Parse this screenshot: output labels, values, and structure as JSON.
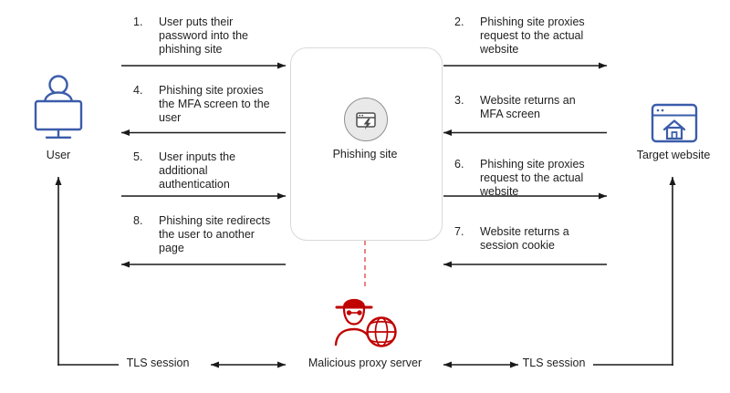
{
  "nodes": {
    "user": {
      "label": "User"
    },
    "phishing_site": {
      "label": "Phishing site"
    },
    "target_website": {
      "label": "Target website"
    },
    "malicious_proxy": {
      "label": "Malicious proxy server"
    }
  },
  "flows": [
    {
      "num": "1.",
      "text": "User puts their\npassword into the\nphishing site",
      "from": "user",
      "to": "phishing_site"
    },
    {
      "num": "2.",
      "text": "Phishing site proxies\nrequest to the actual\nwebsite",
      "from": "phishing_site",
      "to": "target_website"
    },
    {
      "num": "3.",
      "text": "Website returns an\nMFA screen",
      "from": "target_website",
      "to": "phishing_site"
    },
    {
      "num": "4.",
      "text": "Phishing site proxies\nthe MFA screen to the\nuser",
      "from": "phishing_site",
      "to": "user"
    },
    {
      "num": "5.",
      "text": "User inputs the\nadditional\nauthentication",
      "from": "user",
      "to": "phishing_site"
    },
    {
      "num": "6.",
      "text": "Phishing site proxies\nrequest to the actual\nwebsite",
      "from": "phishing_site",
      "to": "target_website"
    },
    {
      "num": "7.",
      "text": "Website returns a\nsession cookie",
      "from": "target_website",
      "to": "phishing_site"
    },
    {
      "num": "8.",
      "text": "Phishing site redirects\nthe user to another\npage",
      "from": "phishing_site",
      "to": "user"
    }
  ],
  "bottom": {
    "tls_left": "TLS session",
    "tls_right": "TLS session"
  },
  "colors": {
    "blue": "#3B5CAA",
    "red": "#C00000",
    "red_dash": "#E05A5A",
    "ink": "#1A1A1A",
    "box_border": "#D9D9D9",
    "circle_fill": "#E9E9E9",
    "circle_border": "#8F8F8F",
    "glyph": "#4D4D4D"
  }
}
